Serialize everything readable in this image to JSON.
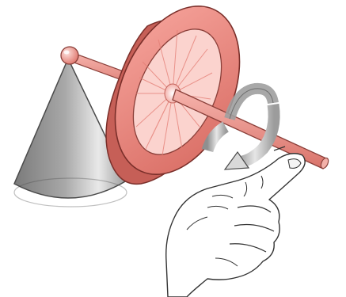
{
  "figure": {
    "parts": [
      "cone-support",
      "pivot-ball",
      "axle-rod",
      "spinning-wheel",
      "rotation-arrow",
      "pointing-hand"
    ],
    "colors": {
      "wheel": "#ef8f86",
      "wheel_dark": "#c9655e",
      "wheel_light": "#f8c0b9",
      "rod": "#f19a92",
      "cone_dark": "#6e6e6e",
      "cone_light": "#ededed",
      "arrow": "#bdbdbd",
      "outline": "#4a4a4a"
    }
  }
}
